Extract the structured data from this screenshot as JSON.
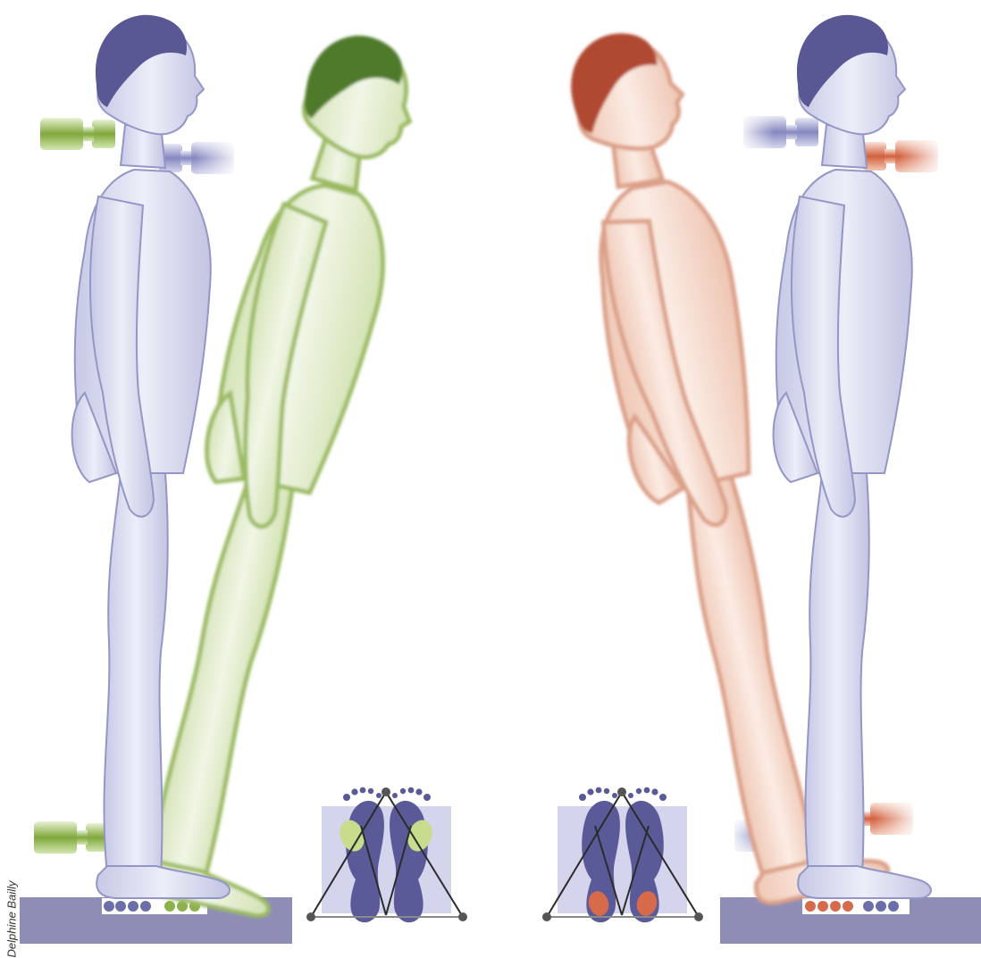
{
  "credit": "Delphine Bailly",
  "colors": {
    "neutral_body": "#d9dbef",
    "neutral_outline": "#8a8cbf",
    "neutral_hair": "#5a5894",
    "forward_body": "#e4ecd2",
    "forward_outline": "#8fae5a",
    "forward_hair": "#4f7a2a",
    "backward_body": "#f5dccf",
    "backward_outline": "#d49479",
    "backward_hair": "#b04a32",
    "platform": "#8f8db6",
    "sensor_neutral": "#7f81b8",
    "sensor_forward": "#8db24a",
    "sensor_backward": "#d66a4c",
    "foot": "#5b5a99",
    "inset_bg": "#d4d4ec"
  },
  "panels": [
    {
      "name": "left",
      "lean": "forward",
      "pressure_zone": "forefoot"
    },
    {
      "name": "right",
      "lean": "backward",
      "pressure_zone": "heel"
    }
  ]
}
